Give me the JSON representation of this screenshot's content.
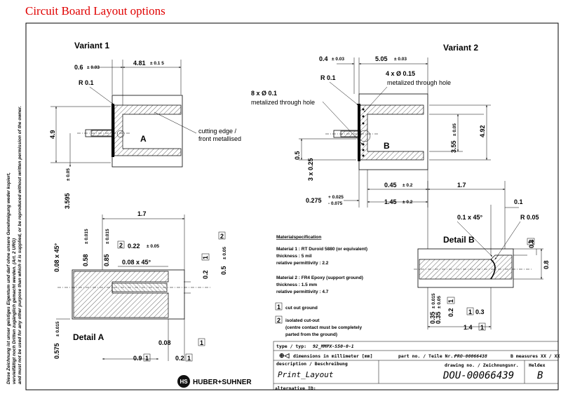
{
  "page_title": "Circuit Board Layout options",
  "variant1": {
    "title": "Variant 1",
    "dim_top_left": "0.6",
    "tol_top_left": "± 0.03",
    "dim_top_right": "4.81",
    "tol_top_right": "± 0.1 5",
    "radius": "R 0.1",
    "height": "4.9",
    "detail_letter": "A",
    "note_line1": "cutting edge /",
    "note_line2": "front metallised",
    "dim_bottom": "3.595",
    "tol_bottom": "± 0.05"
  },
  "variant2": {
    "title": "Variant 2",
    "dim_top_left": "0.4",
    "tol_top_left": "± 0.03",
    "dim_top_right": "5.05",
    "tol_top_right": "± 0.03",
    "radius": "R 0.1",
    "holes4": "4 x Ø 0.15",
    "holes4_note": "metalized through hole",
    "holes8": "8 x Ø 0.1",
    "holes8_note": "metalized through hole",
    "detail_letter": "B",
    "height_inner": "3.55",
    "tol_inner": "± 0.05",
    "height_outer": "4.92",
    "dim_05": "0.5",
    "dim_3x025": "3 x 0.25",
    "dim_0275": "0.275",
    "tol_0275_plus": "+ 0.025",
    "tol_0275_minus": "- 0.075",
    "dim_045": "0.45",
    "tol_045": "± 0.2",
    "dim_145": "1.45",
    "tol_145": "± 0.2"
  },
  "detailA": {
    "title": "Detail A",
    "dim_17": "1.7",
    "chamfer1": "0.08 x 45°",
    "dim_058": "0.58",
    "tol_058": "± 0.015",
    "dim_085": "0.85",
    "tol_085": "± 0.015",
    "box2": "2",
    "dim_022": "0.22",
    "tol_022": "± 0.05",
    "chamfer2": "0.08 x 45°",
    "box2b": "2",
    "dim_02": "0.2",
    "box1": "1",
    "dim_05": "0.5",
    "tol_05": "± 0.05",
    "dim_0575": "0.575",
    "tol_0575": "± 0.015",
    "dim_008": "0.08",
    "box1b": "1",
    "dim_09": "0.9",
    "box1c": "1",
    "dim_02b": "0.2",
    "box1d": "1"
  },
  "detailB": {
    "title": "Detail B",
    "dim_17": "1.7",
    "chamfer": "0.1 x 45°",
    "dim_01": "0.1",
    "radius": "R 0.05",
    "dim_03": "0.3",
    "box1": "1",
    "dim_08": "0.8",
    "dim_035a": "0.35",
    "tol_035a": "± 0.015",
    "dim_035b": "0.35",
    "tol_035b": "± 0.05",
    "dim_02": "0.2",
    "box1b": "1",
    "dim_03b": "0.3",
    "dim_14": "1.4",
    "box1c": "1"
  },
  "materials": {
    "heading": "Materialspecification",
    "m1_line1": "Material 1 : RT Duroid 5880 (or equivalent)",
    "m1_line2": "thickness : 5 mil",
    "m1_line3": "relative permittivity : 2.2",
    "m2_line1": "Material 2 : FR4 Epoxy (support ground)",
    "m2_line2": "thickness : 1.5 mm",
    "m2_line3": "relative permittivity : 4.7",
    "legend1_num": "1",
    "legend1_text": "cut out ground",
    "legend2_num": "2",
    "legend2_text1": "isolated cut-out",
    "legend2_text2": "(centre contact must be completely",
    "legend2_text3": "parted from the ground)"
  },
  "titleblock": {
    "type_label": "type / typ:",
    "type_value": "92_MMPX-S50-0-1",
    "dims_note": "dimensions in millimeter [mm]",
    "part_label": "part no. / Teile Nr.:",
    "part_value": "PRO-00066438",
    "sheet_label": "B measures  XX / XX",
    "desc_label": "description / Beschreibung",
    "desc_value": "Print_Layout",
    "drawing_label": "drawing no. / Zeichnungsnr.",
    "drawing_value": "DOU-00066439",
    "index_label": "Heldex",
    "index_value": "B",
    "company": "HUBER+SUHNER",
    "company_mark": "HS",
    "alt_label": "alternative ID:"
  },
  "side_note": {
    "line1": "Diese Zeichnung ist unser geistiges Eigentum und darf ohne unsere Genehmigung weder kopiert,",
    "line2": "vervielfältigt noch Dritten zugänglich gemacht werden. (Art. 2 URG)",
    "line3": "and must not be used for any other purpose than which it is supplied, or be reproduced without written permission of the owner."
  }
}
